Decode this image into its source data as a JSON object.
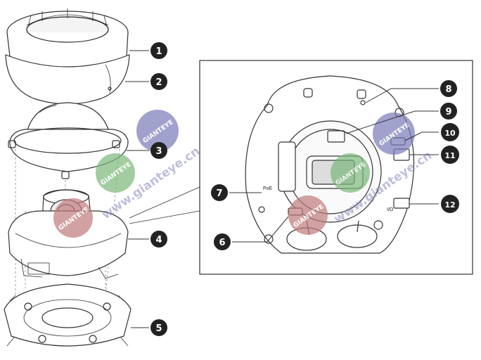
{
  "callouts": [
    {
      "number": "1"
    },
    {
      "number": "2"
    },
    {
      "number": "3"
    },
    {
      "number": "4"
    },
    {
      "number": "5"
    },
    {
      "number": "6"
    },
    {
      "number": "7"
    },
    {
      "number": "8"
    },
    {
      "number": "9"
    },
    {
      "number": "10"
    },
    {
      "number": "11"
    },
    {
      "number": "12"
    }
  ],
  "port_labels": {
    "poe": "PoE",
    "io": "I/O"
  },
  "watermark": {
    "brand": "GIANTEYE",
    "url": "www.gianteye.cn"
  },
  "colors": {
    "line": "#333333",
    "callout_fill": "#222222",
    "callout_text": "#ffffff",
    "watermark_purple": "#7a7ab8",
    "watermark_green": "#7ab87a",
    "watermark_red": "#c07a7a"
  }
}
